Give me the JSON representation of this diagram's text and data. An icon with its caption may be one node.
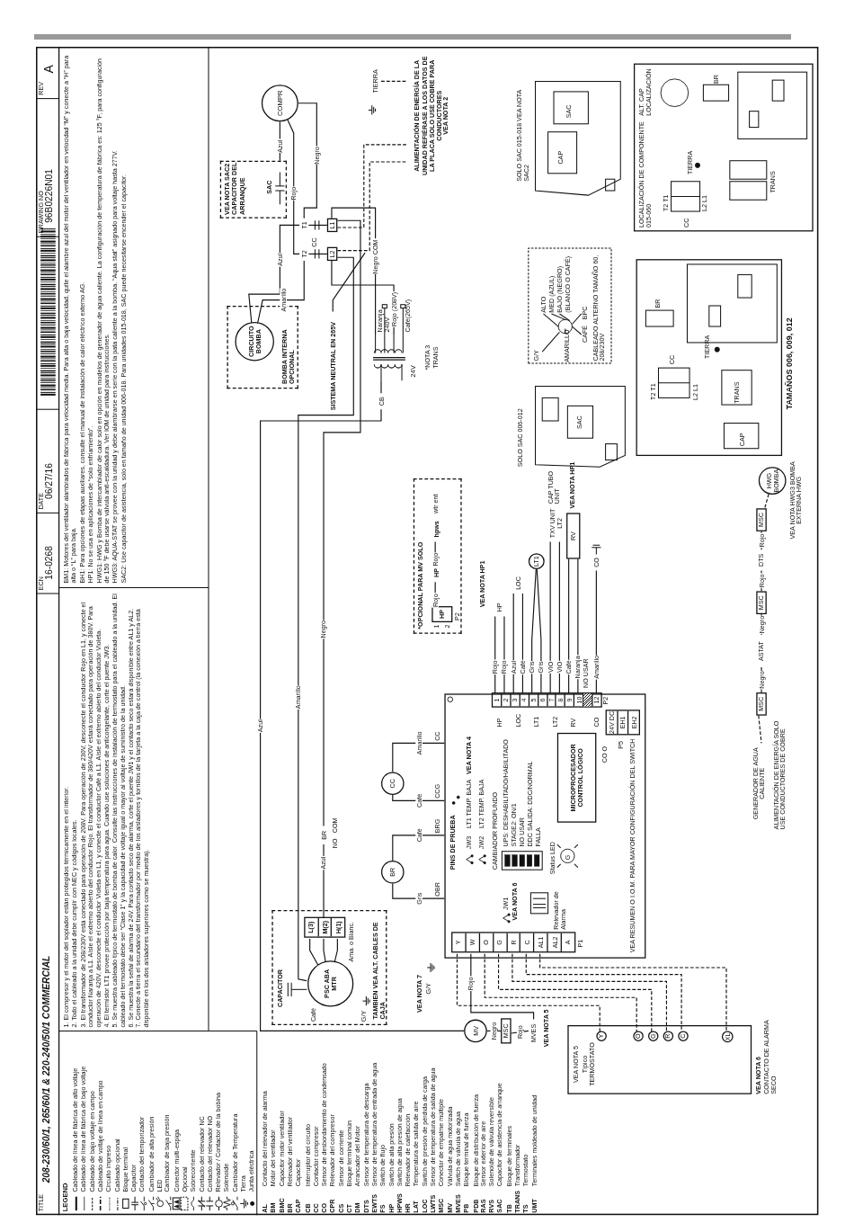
{
  "diagram": {
    "title": "208-230/60/1, 265/60/1 & 220-240/50/1 COMMERCIAL",
    "nodes": [
      {
        "text": [
          "COMPR"
        ]
      },
      {
        "text": [
          "VEA NOTA SAC2 CAPACITOR DEL ARRANQUE"
        ]
      },
      {
        "text": [
          "SAC"
        ],
        "in": 1
      },
      {
        "text": [
          "T1"
        ]
      },
      {
        "text": [
          "T2"
        ]
      },
      {
        "text": [
          "L1"
        ]
      },
      {
        "text": [
          "L2"
        ]
      },
      {
        "text": [
          "ALIMENTACIÓN DE ENERGÍA DE LA UNIDAD REFIÉRASE A LOS DATOS DE LA PLACA SOLO USE COBRE PARA CONDUCTORES",
          "VEA NOTA 2"
        ]
      },
      {
        "text": [
          "TIERRA"
        ]
      },
      {
        "text": [
          "BOMBA INTERNA OPCIONAL"
        ]
      },
      {
        "text": [
          "CIRCUITO BOMBA"
        ],
        "in": 9
      },
      {
        "text": [
          "24V"
        ],
        "beside": [
          "*NOTA 3",
          "TRANS"
        ]
      },
      {
        "text": [
          "CB"
        ]
      },
      {
        "text": [
          "TAMBIEN VEA ALT. CABLES DE CAJA"
        ]
      },
      {
        "text": [
          "PSC ABA MTR"
        ],
        "in": 13,
        "beside": [
          "Café"
        ]
      },
      {
        "text": [
          "CAPACITOR"
        ],
        "in": 13
      },
      {
        "text": [
          "L(3)",
          "M(2)",
          "H(1)"
        ],
        "in": 13
      },
      {
        "text": [
          "BR"
        ],
        "beside": [
          "NO",
          "COM"
        ]
      },
      {
        "text": [],
        "shape": "box"
      },
      {
        "text": [
          "BR"
        ]
      },
      {
        "text": [
          "CC"
        ]
      },
      {
        "text": [
          "Y",
          "W",
          "O",
          "G",
          "R",
          "C",
          "AL1",
          "AL2",
          "A"
        ],
        "in": 18,
        "beside": [
          "P1"
        ]
      },
      {
        "text": [
          "1",
          "2",
          "3",
          "4",
          "5",
          "6",
          "7",
          "8",
          "9",
          "10",
          "12"
        ],
        "in": 18,
        "beside": [
          "P2"
        ]
      },
      {
        "text": [
          "24V DC",
          "EH1",
          "EH2"
        ],
        "in": 18,
        "beside": [
          "P5"
        ]
      },
      {
        "text": [
          "MICROPROCESADOR CONTROL LÓGICO"
        ],
        "in": 18
      },
      {
        "text": [
          "VEA NOTA 5",
          "Típico TERMOSTATO"
        ]
      },
      {
        "text": [
          "Y"
        ],
        "in": 25
      },
      {
        "text": [
          "O"
        ],
        "in": 25
      },
      {
        "text": [
          "G"
        ],
        "in": 25
      },
      {
        "text": [
          "R"
        ],
        "in": 25
      },
      {
        "text": [
          "C"
        ],
        "in": 25
      },
      {
        "text": [
          "XL"
        ],
        "in": 25
      },
      {
        "text": [
          "MV"
        ]
      },
      {
        "text": [
          "MSC"
        ]
      },
      {
        "text": [
          "MVES"
        ]
      },
      {
        "text": [
          "*OPCIONAL PARA MV SOLO"
        ]
      },
      {
        "text": [
          "HP"
        ],
        "in": 35,
        "beside": [
          "1",
          "2",
          "P2"
        ]
      },
      {
        "text": [
          "HP"
        ],
        "in": 35
      },
      {
        "text": [
          "hpws"
        ],
        "in": 35,
        "beside": [
          "wtr ent"
        ]
      },
      {
        "text": [
          "HP"
        ]
      },
      {
        "text": [
          "LOC"
        ]
      },
      {
        "text": [
          "LT1"
        ]
      },
      {
        "text": [
          "TXV UNIT LT2"
        ]
      },
      {
        "text": [
          "RV"
        ],
        "beside": [
          "VEA NOTA HP1"
        ]
      },
      {
        "text": [
          "CO"
        ]
      },
      {
        "text": [
          "HWG BOMBA"
        ],
        "beside": [
          "VEA NOTA HWG3 BOMBA EXTERNA HWG"
        ]
      },
      {
        "text": [
          "MSC"
        ]
      },
      {
        "text": [
          "DTS"
        ]
      },
      {
        "text": [
          "MSC"
        ]
      },
      {
        "text": [
          "ASTAT"
        ]
      },
      {
        "text": [
          "MSC"
        ]
      },
      {
        "text": [
          "GENERADOR DE AGUA CALIENTE"
        ]
      },
      {
        "text": [
          "SISTEMA NEUTRAL EN 265V"
        ]
      }
    ],
    "edges": [
      {
        "from": 0,
        "to": 1,
        "arrow": "none",
        "label": "Azul"
      },
      {
        "from": 0,
        "to": 3,
        "arrow": "none",
        "label": "Negro"
      },
      {
        "from": 0,
        "to": 4,
        "arrow": "none",
        "label": "Rojo"
      },
      {
        "from": 10,
        "to": 3,
        "arrow": "none",
        "label": "Azul"
      },
      {
        "from": 10,
        "to": 4,
        "arrow": "none",
        "label": "Amarillo"
      },
      {
        "from": 5,
        "to": 7,
        "arrow": "none",
        "style": "dashed"
      },
      {
        "from": 6,
        "to": 7,
        "arrow": "none",
        "style": "dashed"
      },
      {
        "from": 8,
        "to": 7,
        "arrow": "none",
        "style": "dashed"
      },
      {
        "from": 11,
        "to": 5,
        "arrow": "none",
        "label": "Negro COM"
      },
      {
        "from": 11,
        "to": 6,
        "arrow": "none",
        "label": "Rojo (208V)"
      },
      {
        "from": 11,
        "to": 12,
        "arrow": "none"
      },
      {
        "from": 12,
        "to": 32,
        "arrow": "none",
        "label": "Azul"
      },
      {
        "from": 5,
        "to": 17,
        "arrow": "none",
        "label": "Negro"
      },
      {
        "from": 17,
        "to": 16,
        "arrow": "none",
        "label": "Azul"
      },
      {
        "from": 6,
        "to": 14,
        "arrow": "none",
        "label": "Amarillo"
      },
      {
        "from": 19,
        "to": 18,
        "arrow": "none",
        "label": "Gris"
      },
      {
        "from": 19,
        "to": 18,
        "arrow": "none",
        "label": "Café"
      },
      {
        "from": 20,
        "to": 18,
        "arrow": "none",
        "label": "Café"
      },
      {
        "from": 20,
        "to": 18,
        "arrow": "none",
        "label": "Amarillo"
      },
      {
        "from": 21,
        "to": 26,
        "arrow": "none",
        "style": "dashed"
      },
      {
        "from": 21,
        "to": 27,
        "arrow": "none",
        "style": "dashed"
      },
      {
        "from": 21,
        "to": 28,
        "arrow": "none",
        "style": "dashed"
      },
      {
        "from": 21,
        "to": 29,
        "arrow": "none",
        "style": "dashed"
      },
      {
        "from": 21,
        "to": 30,
        "arrow": "none",
        "style": "dashed"
      },
      {
        "from": 21,
        "to": 31,
        "arrow": "none",
        "style": "dashed"
      },
      {
        "from": 32,
        "to": 33,
        "arrow": "none",
        "label": "Negro"
      },
      {
        "from": 33,
        "to": 34,
        "arrow": "none",
        "label": "Rojo"
      },
      {
        "from": 34,
        "to": 21,
        "arrow": "none",
        "label": "Rojo"
      },
      {
        "from": 36,
        "to": 37,
        "arrow": "none",
        "label": "Rojo"
      },
      {
        "from": 37,
        "to": 38,
        "arrow": "none",
        "label": "Rojo"
      },
      {
        "from": 22,
        "to": 39,
        "arrow": "none",
        "label": "Rojo"
      },
      {
        "from": 22,
        "to": 39,
        "arrow": "none",
        "label": "Rojo"
      },
      {
        "from": 22,
        "to": 40,
        "arrow": "none",
        "label": "Azul"
      },
      {
        "from": 22,
        "to": 40,
        "arrow": "none",
        "label": "Café"
      },
      {
        "from": 22,
        "to": 41,
        "arrow": "none",
        "label": "Gris"
      },
      {
        "from": 22,
        "to": 41,
        "arrow": "none",
        "label": "Gris"
      },
      {
        "from": 22,
        "to": 42,
        "arrow": "none",
        "label": "VIO"
      },
      {
        "from": 22,
        "to": 42,
        "arrow": "none",
        "label": "VIO"
      },
      {
        "from": 22,
        "to": 43,
        "arrow": "none",
        "label": "Café"
      },
      {
        "from": 22,
        "to": 43,
        "arrow": "none",
        "label": "Naranja"
      },
      {
        "from": 22,
        "to": 44,
        "arrow": "none",
        "label": "Amarillo"
      },
      {
        "from": 45,
        "to": 46,
        "arrow": "none",
        "style": "dashed"
      },
      {
        "from": 46,
        "to": 47,
        "arrow": "none",
        "label": "Rojo"
      },
      {
        "from": 47,
        "to": 48,
        "arrow": "none",
        "label": "Rojo"
      },
      {
        "from": 48,
        "to": 49,
        "arrow": "none",
        "label": "Negro"
      },
      {
        "from": 49,
        "to": 50,
        "arrow": "none",
        "label": "Negro"
      },
      {
        "from": 50,
        "to": 51,
        "arrow": "none",
        "style": "dashed"
      },
      {
        "from": 52,
        "to": null,
        "arrow": "none"
      },
      {
        "from": 3,
        "to": 5,
        "arrow": "none"
      },
      {
        "from": 4,
        "to": 6,
        "arrow": "none"
      },
      {
        "from": 14,
        "to": 16,
        "arrow": "none"
      },
      {
        "from": 14,
        "to": 16,
        "arrow": "none"
      },
      {
        "from": 14,
        "to": 16,
        "arrow": "none"
      }
    ],
    "labels": [
      "AL",
      "Contacto del relevador de alarma",
      "BM",
      "Motor del ventilador",
      "BMC",
      "Capacitor motor ventilador",
      "BR",
      "Relevador del ventilador",
      "CAP",
      "Capacitor",
      "CB",
      "Interruptor del circuito",
      "CC",
      "Contactor compresor",
      "CO",
      "Sensor de desbordamiento de condensado",
      "CPR",
      "Relevador del compresor",
      "CS",
      "Sensor de corriente",
      "CT",
      "Bloque terminal común",
      "DM",
      "Arrancador del Motor",
      "DTS",
      "Sensor de temperatura de descarga",
      "EWTS",
      "Sensor de temperatura de entrada de agua",
      "FS",
      "Switch de flujo",
      "HP",
      "Switch de alta presión",
      "HPWS",
      "Switch de alta presión de agua",
      "HR",
      "Relevador de calefacción",
      "LAT",
      "Temperatura de salida de aire",
      "LOC",
      "Switch de presión de pérdida de carga",
      "LWTS",
      "Sensor de temperatura de salida de agua",
      "MSC",
      "Conector de empalme múltiple",
      "MV",
      "Válvula de agua motorizada",
      "MVES",
      "Switch de válvula de agua",
      "PB",
      "Bloque terminal de fuerza",
      "PDB",
      "Bloque de distribución de fuerza",
      "RAS",
      "Sensor exterior de aire",
      "RVS",
      "Solenoide de válvula reversible",
      "SAC",
      "Capacitor de asistencia de arranque",
      "TB",
      "Bloque de terminales",
      "TRANS",
      "Transformador",
      "TS",
      "Termostato",
      "UMT",
      "Terminales moldeado de unidad",
      "TITLE",
      "ECN",
      "16-0268",
      "DATE",
      "06/27/16",
      "DRAWING NO",
      "96B0226N01",
      "REV",
      "A",
      "LEGEND",
      "1. El compresor y el motor del soplador están protegidos térmicamente en el interior.",
      "2. Todo el cableado a la unidad debe cumplir con NEC y códigos locales.",
      "3. El transformador de 208/230V está conectado para operación de 208V. Para operación de 230V, desconecte el conductor Rojo en L1, y conecte el conductor Naranja a L1. Aísle el extremo abierto del conductor Rojo. El transformador de 380/420V estará conectado para operación de 380V. Para operación de 420V, desconecte el conductor Violeta en L1, y conecte el conductor Café a L1. Aísle el extremo abierto del conductor Violeta.",
      "4. El termistor LT1 provee protección por baja temperatura para agua. Cuando use soluciones de anticongelante, corte el puente JW3.",
      "5. Se muestra cableado típico de termostato de bomba de calor. Consulte las instrucciones de instalación de termostato para el cableado a la unidad. El cableado del termostato debe ser “Clase 1” y la capacidad de voltaje igual o mayor al voltaje de suministro de la unidad.",
      "6. Se muestra la señal de alarma de 24V. Para contacto seco de alarma, corte el puente JW1 y el contacto seco estará disponible entre AL1 y AL2.",
      "7. Conecte a tierra el secundario del transformador por medio de los aisladores y tornillos de la tarjeta a la caja de control (la conexión a tierra está disponible en los dos aisladores superiores como se muestra).",
      "BM1: Motores del ventilador alambrados de fábrica para velocidad media. Para alta o baja velocidad, quite el alambre azul del motor del ventilador en velocidad “M” y conecte a “H” para alta o “L” para baja.",
      "BH1: Para opciones de etapas auxiliares, consulte el manual de instalación de calor eléctrico externo AG.",
      "HP1: No se usa en aplicaciones de “solo enfriamiento”.",
      "HWG1: HWG y Bomba de intercambiador de calor solo en opción en modelos de generador de agua caliente. La configuración de temperatura de fábrica es: 125 °F, para configuración de 150 °F debe usarse válvula anti-escaldadura. Ver IOM de unidad para instrucciones.",
      "HWG3: AQUA-STAT se provee con la unidad y debe alambrarse en serie con la pata caliente a la bomba. “Aqua stat” asignado para voltaje hasta 277V.",
      "SAC2: Use capacitor de asistencia, solo en tamaño de unidad 006-018. Para unidades 015-018, SAC puede necesitarse encender el capacitor.",
      "CC",
      "Naranja 240V",
      "Café(265V)",
      "OBR",
      "BRG",
      "CCG",
      "CC",
      "VEA NOTA 7",
      "G/Y",
      "PINS DE PRUEBA",
      "JW3",
      "LT1 TEMP. BAJA",
      "VEA NOTA 4",
      "JW2",
      "LT2 TEMP. BAJA",
      "CAMBIADOR PROFUNDO",
      "UPS: DESHABILITADO/HABILITADO",
      "STAGE2: ON/1",
      "NO USAR",
      "DDC SALIDA: DDC/NORMAL",
      "FALLA",
      "JW1",
      "VEA NOTA 6",
      "Relevador de Alarma",
      "Status LED",
      "G",
      "HP",
      "LOC",
      "LT1",
      "LT2",
      "RV",
      "CO",
      "CO O",
      "VEA RESUMEN O I.O.M. PARA MAYOR CONFIGURACIÓN DEL SWITCH",
      "VEA NOTA 6",
      "CONTACTO DE ALARMA SECO",
      "VEA NOTA 5",
      "VEA NOTA HP1",
      "NO USAR",
      "CAP TUBO UNIT",
      "Ama. o Blanc.",
      "G/Y",
      "ALIMENTACIÓN DE ENERGÍA SOLO USE CONDUCTORES DE COBRE",
      "SOLO SAC 015-018 VEA NOTA SAC2",
      "CAP",
      "SAC",
      "LOCALIZACIÓN DE COMPONENTE 015-060",
      "ALT. CAP LOCALIZACIÓN",
      "T2 T1",
      "CC",
      "TIERRA",
      "L2 L1",
      "BR",
      "TRANS",
      "G/Y",
      "ALTO",
      "MED (AZUL)",
      "BAJO (NEGRO)",
      "AMARILLO",
      "(BLANCO O CAFÉ)",
      "CAFÉ",
      "BPC",
      "CABLEADO ALTERNO TAMAÑO 60, 208/230V",
      "SOLO SAC 006-012",
      "SAC",
      "T2 T1",
      "BR",
      "CC",
      "L2 L1",
      "TIERRA",
      "TRANS",
      "CAP",
      "TAMAÑOS 006, 009, 012"
    ],
    "legend": [
      {
        "text": "Cableado de línea de fábrica de alto voltaje"
      },
      {
        "text": "Cableado de línea de fábrica de bajo voltaje"
      },
      {
        "text": "Cableado de bajo voltaje en campo"
      },
      {
        "text": "Cableado de voltaje de línea en campo"
      },
      {
        "text": "Circuito impreso"
      },
      {
        "text": "Cableado opcional"
      },
      {
        "text": "Bloque terminal"
      },
      {
        "text": "Capacitor"
      },
      {
        "text": "Contacto del temporizador"
      },
      {
        "text": "Cambiador de alta presión"
      },
      {
        "text": "LED"
      },
      {
        "text": "Cambiador de baja presión"
      },
      {
        "text": "Conector multi-espiga"
      },
      {
        "text": "Opcional"
      },
      {
        "text": "Sobrecorriente"
      },
      {
        "text": "Contacto del relevador NC"
      },
      {
        "text": "Contacto del relevador NO"
      },
      {
        "text": "Relevador / Contactor de la bobina"
      },
      {
        "text": "Solenoide"
      },
      {
        "text": "Cambiador de Temperatura"
      },
      {
        "text": "Tierra"
      },
      {
        "text": "Junta eléctrica"
      }
    ]
  }
}
